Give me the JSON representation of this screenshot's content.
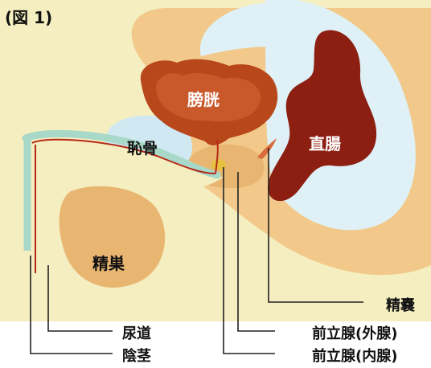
{
  "figure_label": "(図 1)",
  "organs": {
    "bladder": "膀胱",
    "pubic_bone": "恥骨",
    "rectum": "直腸",
    "testis": "精巣"
  },
  "callouts": {
    "seminal_vesicle": "精嚢",
    "prostate_outer": "前立腺(外腺)",
    "prostate_inner": "前立腺(内腺)",
    "urethra": "尿道",
    "penis": "陰茎"
  },
  "colors": {
    "background": "#ffffff",
    "skin": "#f4eec0",
    "tissue": "#f2c98a",
    "tissue_dark": "#e9b672",
    "bladder": "#b8481c",
    "rectum": "#8c1f12",
    "bone": "#cfe8f2",
    "cavity": "#dff1f7",
    "urethra": "#b52a16",
    "leader": "#222222"
  }
}
